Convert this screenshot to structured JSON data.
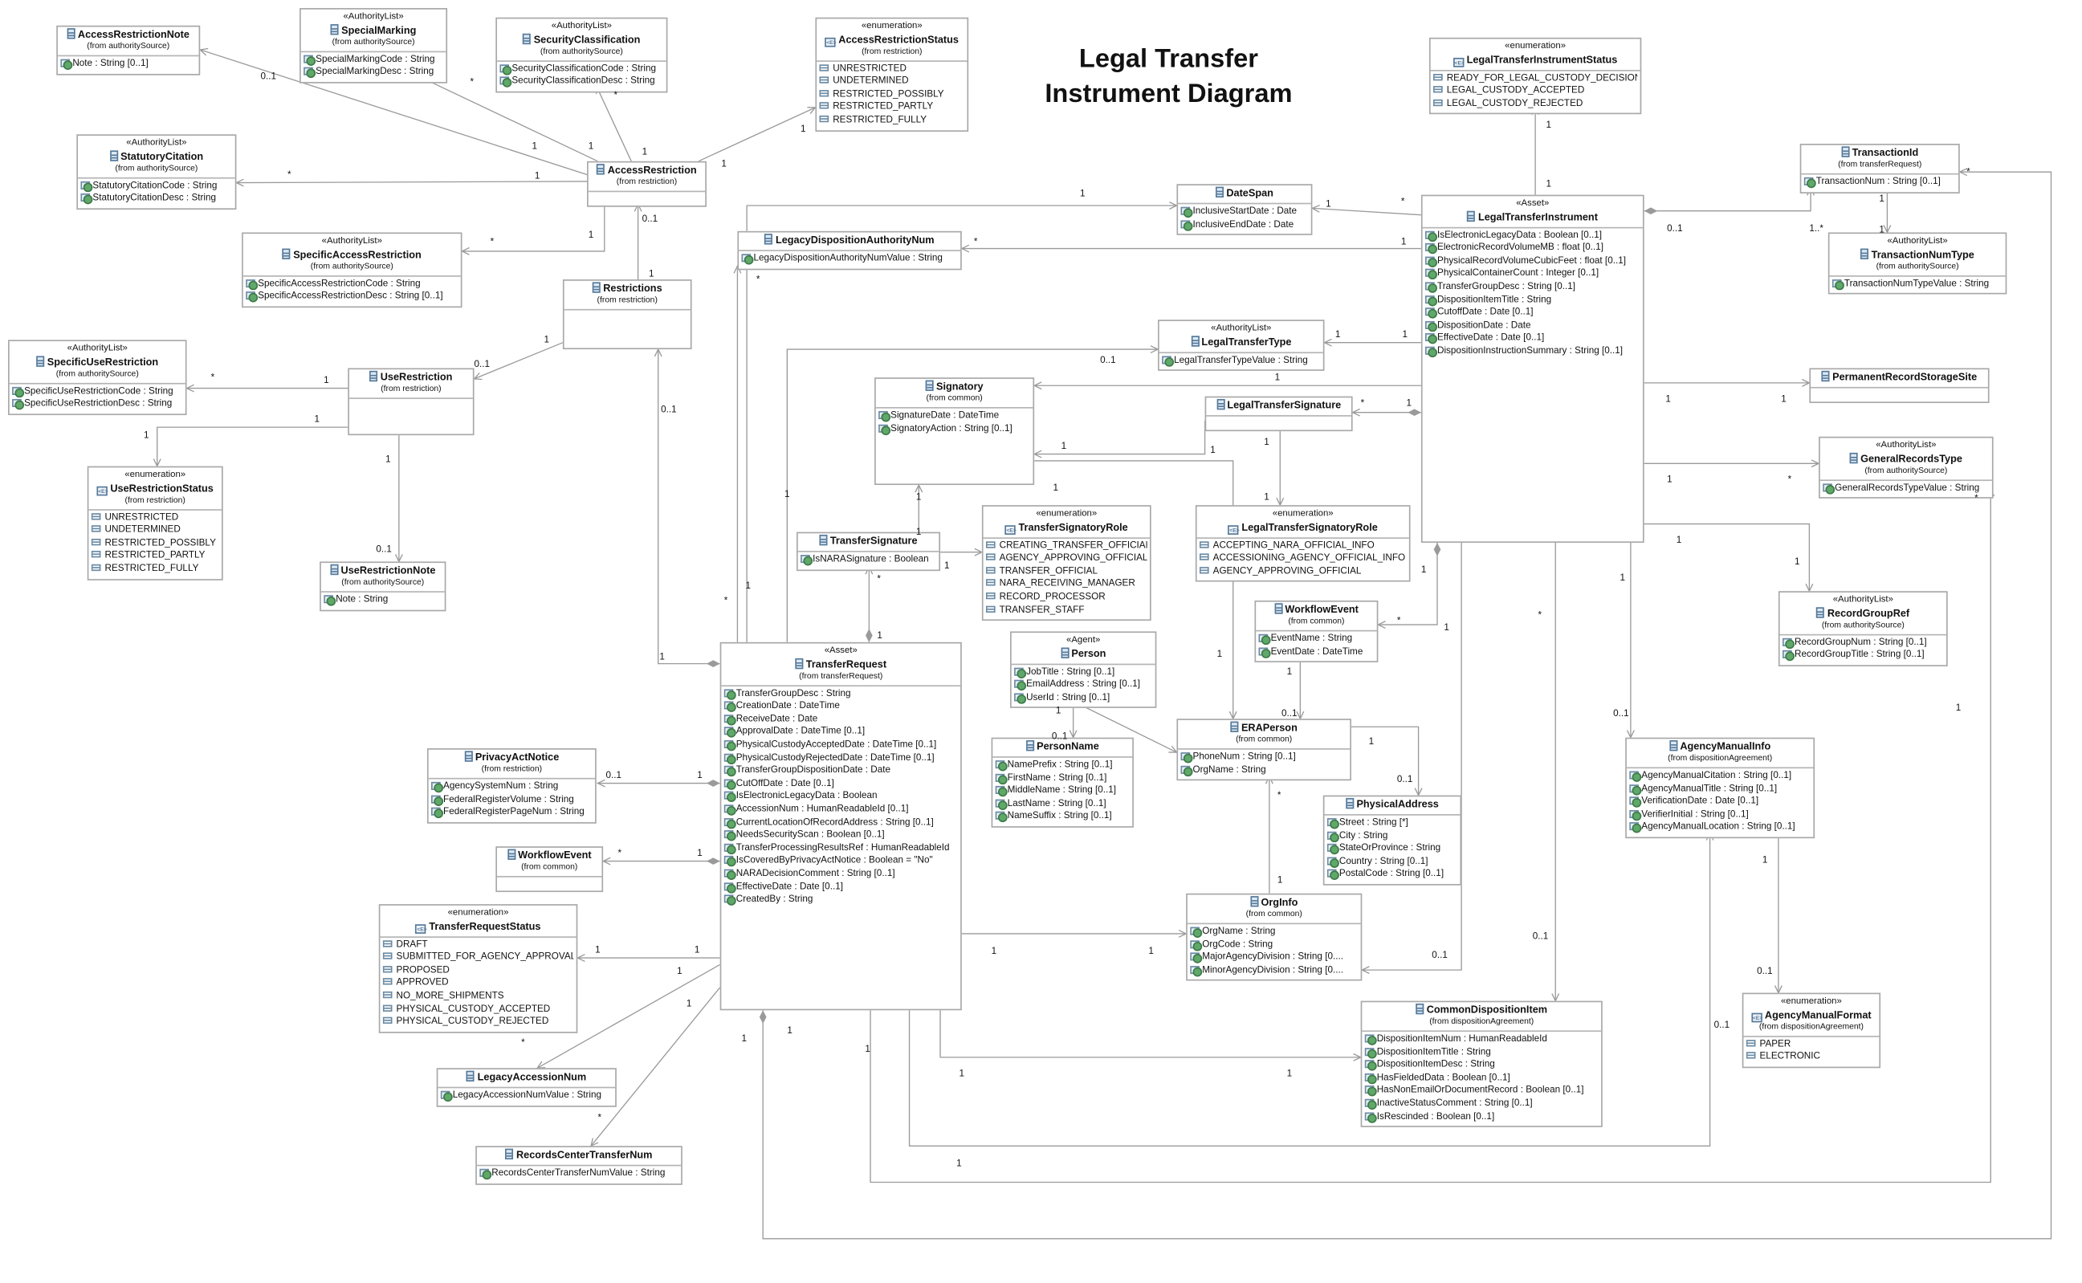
{
  "title": {
    "line1": "Legal Transfer",
    "line2": "Instrument Diagram"
  },
  "classes": [
    {
      "id": "AccessRestrictionNote",
      "name": "AccessRestrictionNote",
      "from": "(from authoritySource)",
      "attrs": [
        "Note : String [0..1]"
      ]
    },
    {
      "id": "SpecialMarking",
      "stereotype": "«AuthorityList»",
      "name": "SpecialMarking",
      "from": "(from authoritySource)",
      "attrs": [
        "SpecialMarkingCode : String",
        "SpecialMarkingDesc : String"
      ]
    },
    {
      "id": "SecurityClassification",
      "stereotype": "«AuthorityList»",
      "name": "SecurityClassification",
      "from": "(from authoritySource)",
      "attrs": [
        "SecurityClassificationCode : String",
        "SecurityClassificationDesc : String"
      ]
    },
    {
      "id": "AccessRestrictionStatus",
      "stereotype": "«enumeration»",
      "enum": true,
      "name": "AccessRestrictionStatus",
      "from": "(from restriction)",
      "attrs": [
        "UNRESTRICTED",
        "UNDETERMINED",
        "RESTRICTED_POSSIBLY",
        "RESTRICTED_PARTLY",
        "RESTRICTED_FULLY"
      ]
    },
    {
      "id": "StatutoryCitation",
      "stereotype": "«AuthorityList»",
      "name": "StatutoryCitation",
      "from": "(from authoritySource)",
      "attrs": [
        "StatutoryCitationCode : String",
        "StatutoryCitationDesc : String"
      ]
    },
    {
      "id": "SpecificAccessRestriction",
      "stereotype": "«AuthorityList»",
      "name": "SpecificAccessRestriction",
      "from": "(from authoritySource)",
      "attrs": [
        "SpecificAccessRestrictionCode : String",
        "SpecificAccessRestrictionDesc : String [0..1]"
      ]
    },
    {
      "id": "AccessRestriction",
      "name": "AccessRestriction",
      "from": "(from restriction)",
      "attrs": []
    },
    {
      "id": "Restrictions",
      "name": "Restrictions",
      "from": "(from restriction)",
      "attrs": []
    },
    {
      "id": "SpecificUseRestriction",
      "stereotype": "«AuthorityList»",
      "name": "SpecificUseRestriction",
      "from": "(from authoritySource)",
      "attrs": [
        "SpecificUseRestrictionCode : String",
        "SpecificUseRestrictionDesc : String"
      ]
    },
    {
      "id": "UseRestriction",
      "name": "UseRestriction",
      "from": "(from restriction)",
      "attrs": []
    },
    {
      "id": "UseRestrictionStatus",
      "stereotype": "«enumeration»",
      "enum": true,
      "name": "UseRestrictionStatus",
      "from": "(from restriction)",
      "attrs": [
        "UNRESTRICTED",
        "UNDETERMINED",
        "RESTRICTED_POSSIBLY",
        "RESTRICTED_PARTLY",
        "RESTRICTED_FULLY"
      ]
    },
    {
      "id": "UseRestrictionNote",
      "name": "UseRestrictionNote",
      "from": "(from authoritySource)",
      "attrs": [
        "Note : String"
      ]
    },
    {
      "id": "LegacyDispositionAuthorityNum",
      "name": "LegacyDispositionAuthorityNum",
      "attrs": [
        "LegacyDispositionAuthorityNumValue : String"
      ]
    },
    {
      "id": "DateSpan",
      "name": "DateSpan",
      "attrs": [
        "InclusiveStartDate : Date",
        "InclusiveEndDate : Date"
      ]
    },
    {
      "id": "LegalTransferInstrumentStatus",
      "stereotype": "«enumeration»",
      "enum": true,
      "name": "LegalTransferInstrumentStatus",
      "attrs": [
        "READY_FOR_LEGAL_CUSTODY_DECISION",
        "LEGAL_CUSTODY_ACCEPTED",
        "LEGAL_CUSTODY_REJECTED"
      ]
    },
    {
      "id": "LegalTransferInstrument",
      "stereotype": "«Asset»",
      "name": "LegalTransferInstrument",
      "attrs": [
        "IsElectronicLegacyData : Boolean [0..1]",
        "ElectronicRecordVolumeMB : float [0..1]",
        "PhysicalRecordVolumeCubicFeet : float [0..1]",
        "PhysicalContainerCount : Integer [0..1]",
        "TransferGroupDesc : String [0..1]",
        "DispositionItemTitle : String",
        "CutoffDate : Date [0..1]",
        "DispositionDate : Date",
        "EffectiveDate : Date [0..1]",
        "DispositionInstructionSummary : String [0..1]"
      ]
    },
    {
      "id": "TransactionId",
      "name": "TransactionId",
      "from": "(from transferRequest)",
      "attrs": [
        "TransactionNum : String [0..1]"
      ]
    },
    {
      "id": "TransactionNumType",
      "stereotype": "«AuthorityList»",
      "name": "TransactionNumType",
      "from": "(from authoritySource)",
      "attrs": [
        "TransactionNumTypeValue : String"
      ]
    },
    {
      "id": "LegalTransferType",
      "stereotype": "«AuthorityList»",
      "name": "LegalTransferType",
      "attrs": [
        "LegalTransferTypeValue : String"
      ]
    },
    {
      "id": "PermanentRecordStorageSite",
      "name": "PermanentRecordStorageSite",
      "attrs": []
    },
    {
      "id": "GeneralRecordsType",
      "stereotype": "«AuthorityList»",
      "name": "GeneralRecordsType",
      "from": "(from authoritySource)",
      "attrs": [
        "GeneralRecordsTypeValue : String"
      ]
    },
    {
      "id": "Signatory",
      "name": "Signatory",
      "from": "(from common)",
      "attrs": [
        "SignatureDate : DateTime",
        "SignatoryAction : String [0..1]"
      ]
    },
    {
      "id": "LegalTransferSignature",
      "name": "LegalTransferSignature",
      "attrs": []
    },
    {
      "id": "TransferSignature",
      "name": "TransferSignature",
      "attrs": [
        "IsNARASignature : Boolean"
      ]
    },
    {
      "id": "TransferSignatoryRole",
      "stereotype": "«enumeration»",
      "enum": true,
      "name": "TransferSignatoryRole",
      "attrs": [
        "CREATING_TRANSFER_OFFICIAL",
        "AGENCY_APPROVING_OFFICIAL",
        "TRANSFER_OFFICIAL",
        "NARA_RECEIVING_MANAGER",
        "RECORD_PROCESSOR",
        "TRANSFER_STAFF"
      ]
    },
    {
      "id": "LegalTransferSignatoryRole",
      "stereotype": "«enumeration»",
      "enum": true,
      "name": "LegalTransferSignatoryRole",
      "attrs": [
        "ACCEPTING_NARA_OFFICIAL_INFO",
        "ACCESSIONING_AGENCY_OFFICIAL_INFO",
        "AGENCY_APPROVING_OFFICIAL"
      ]
    },
    {
      "id": "WorkflowEventRight",
      "name": "WorkflowEvent",
      "from": "(from common)",
      "attrs": [
        "EventName : String",
        "EventDate : DateTime"
      ]
    },
    {
      "id": "Person",
      "stereotype": "«Agent»",
      "name": "Person",
      "attrs": [
        "JobTitle : String [0..1]",
        "EmailAddress : String [0..1]",
        "UserId : String [0..1]"
      ]
    },
    {
      "id": "PersonName",
      "name": "PersonName",
      "attrs": [
        "NamePrefix : String [0..1]",
        "FirstName : String [0..1]",
        "MiddleName : String [0..1]",
        "LastName : String [0..1]",
        "NameSuffix : String [0..1]"
      ]
    },
    {
      "id": "TransferRequest",
      "stereotype": "«Asset»",
      "name": "TransferRequest",
      "from": "(from transferRequest)",
      "attrs": [
        "TransferGroupDesc : String",
        "CreationDate : DateTime",
        "ReceiveDate : Date",
        "ApprovalDate : DateTime [0..1]",
        "PhysicalCustodyAcceptedDate : DateTime [0..1]",
        "PhysicalCustodyRejectedDate : DateTime [0..1]",
        "TransferGroupDispositionDate : Date",
        "CutOffDate : Date [0..1]",
        "IsElectronicLegacyData : Boolean",
        "AccessionNum : HumanReadableId [0..1]",
        "CurrentLocationOfRecordAddress : String [0..1]",
        "NeedsSecurityScan : Boolean [0..1]",
        "TransferProcessingResultsRef : HumanReadableId",
        "IsCoveredByPrivacyActNotice : Boolean = \"No\"",
        "NARADecisionComment : String [0..1]",
        "EffectiveDate : Date [0..1]",
        "CreatedBy : String"
      ]
    },
    {
      "id": "ERAPerson",
      "name": "ERAPerson",
      "from": "(from common)",
      "attrs": [
        "PhoneNum : String [0..1]",
        "OrgName : String"
      ]
    },
    {
      "id": "PhysicalAddress",
      "name": "PhysicalAddress",
      "attrs": [
        "Street : String [*]",
        "City : String",
        "StateOrProvince : String",
        "Country : String [0..1]",
        "PostalCode : String [0..1]"
      ]
    },
    {
      "id": "OrgInfo",
      "name": "OrgInfo",
      "from": "(from common)",
      "attrs": [
        "OrgName : String",
        "OrgCode : String",
        "MajorAgencyDivision : String [0....",
        "MinorAgencyDivision : String [0...."
      ]
    },
    {
      "id": "PrivacyActNotice",
      "name": "PrivacyActNotice",
      "from": "(from restriction)",
      "attrs": [
        "AgencySystemNum : String",
        "FederalRegisterVolume : String",
        "FederalRegisterPageNum : String"
      ]
    },
    {
      "id": "WorkflowEventLeft",
      "name": "WorkflowEvent",
      "from": "(from common)",
      "attrs": []
    },
    {
      "id": "TransferRequestStatus",
      "stereotype": "«enumeration»",
      "enum": true,
      "name": "TransferRequestStatus",
      "attrs": [
        "DRAFT",
        "SUBMITTED_FOR_AGENCY_APPROVAL",
        "PROPOSED",
        "APPROVED",
        "NO_MORE_SHIPMENTS",
        "PHYSICAL_CUSTODY_ACCEPTED",
        "PHYSICAL_CUSTODY_REJECTED"
      ]
    },
    {
      "id": "LegacyAccessionNum",
      "name": "LegacyAccessionNum",
      "attrs": [
        "LegacyAccessionNumValue : String"
      ]
    },
    {
      "id": "RecordsCenterTransferNum",
      "name": "RecordsCenterTransferNum",
      "attrs": [
        "RecordsCenterTransferNumValue : String"
      ]
    },
    {
      "id": "CommonDispositionItem",
      "name": "CommonDispositionItem",
      "from": "(from dispositionAgreement)",
      "attrs": [
        "DispositionItemNum : HumanReadableId",
        "DispositionItemTitle : String",
        "DispositionItemDesc : String",
        "HasFieldedData : Boolean [0..1]",
        "HasNonEmailOrDocumentRecord : Boolean [0..1]",
        "InactiveStatusComment : String [0..1]",
        "IsRescinded : Boolean [0..1]"
      ]
    },
    {
      "id": "AgencyManualInfo",
      "name": "AgencyManualInfo",
      "from": "(from dispositionAgreement)",
      "attrs": [
        "AgencyManualCitation : String [0..1]",
        "AgencyManualTitle : String [0..1]",
        "VerificationDate : Date [0..1]",
        "VerifierInitial : String [0..1]",
        "AgencyManualLocation : String [0..1]"
      ]
    },
    {
      "id": "RecordGroupRef",
      "stereotype": "«AuthorityList»",
      "name": "RecordGroupRef",
      "from": "(from authoritySource)",
      "attrs": [
        "RecordGroupNum : String [0..1]",
        "RecordGroupTitle : String [0..1]"
      ]
    },
    {
      "id": "AgencyManualFormat",
      "stereotype": "«enumeration»",
      "enum": true,
      "name": "AgencyManualFormat",
      "from": "(from dispositionAgreement)",
      "attrs": [
        "PAPER",
        "ELECTRONIC"
      ]
    }
  ],
  "multiplicities": [
    "0..1",
    "*",
    "1",
    "1",
    "1",
    "*",
    "1",
    "1",
    "*",
    "1",
    "*",
    "1",
    "0..1",
    "1",
    "1",
    "0..1",
    "*",
    "1",
    "1",
    "1",
    "1",
    "0..1",
    "0..1",
    "1",
    "1",
    "1",
    "*",
    "1",
    "*",
    "*",
    "1",
    "1",
    "0..1",
    "1..*",
    "1",
    "1",
    "*",
    "1",
    "1",
    "0..1",
    "1",
    "1",
    "1",
    "1",
    "*",
    "*",
    "1",
    "1",
    "1",
    "1",
    "1",
    "1",
    "1",
    "1",
    "1",
    "1",
    "*",
    "1",
    "*",
    "1",
    "1",
    "1",
    "*",
    "1",
    "1",
    "*",
    "1",
    "1",
    "0..1",
    "1",
    "0..1",
    "1",
    "0..1",
    "*",
    "1",
    "0..1",
    "1",
    "1",
    "0..1",
    "0..1",
    "1",
    "1",
    "0..1",
    "0..1",
    "1",
    "*",
    "0..1",
    "1",
    "*",
    "1",
    "1",
    "1",
    "1",
    "1",
    "*",
    "*",
    "1",
    "1",
    "1",
    "1",
    "1",
    "1"
  ],
  "colors": {
    "line": "#9a9a9a",
    "border": "#a8a8a8",
    "attr_dot": "#5fa86a",
    "class_icon": "#55799a"
  }
}
